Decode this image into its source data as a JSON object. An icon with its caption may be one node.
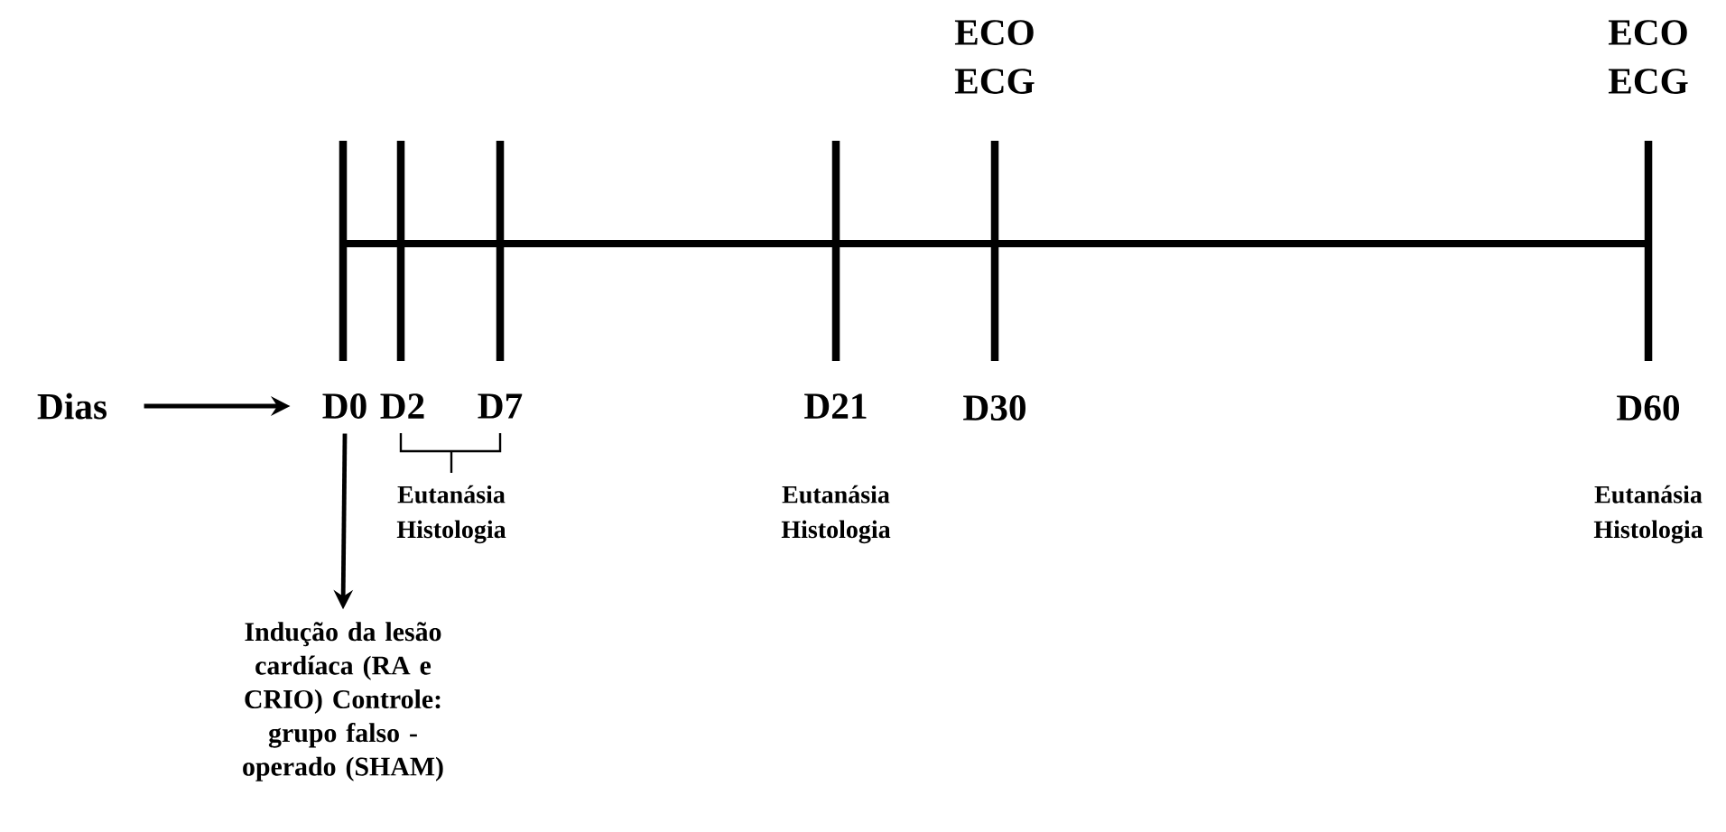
{
  "diagram": {
    "nodes": [
      {
        "text": [
          "Dias"
        ]
      },
      {
        "text": [
          "D0"
        ]
      },
      {
        "text": [
          "Indução da lesão cardíaca (RA e CRIO) Controle: grupo falso - operado (SHAM)"
        ]
      }
    ],
    "edges": [
      {
        "from": 0,
        "to": 1,
        "arrow": "to"
      },
      {
        "from": 1,
        "to": 2,
        "arrow": "to"
      }
    ],
    "labels": [
      "ECO",
      "ECG",
      "ECO",
      "ECG",
      "D2",
      "D7",
      "D21",
      "D30",
      "D60",
      "Eutanásia Histologia",
      "Eutanásia Histologia",
      "Eutanásia Histologia"
    ]
  }
}
